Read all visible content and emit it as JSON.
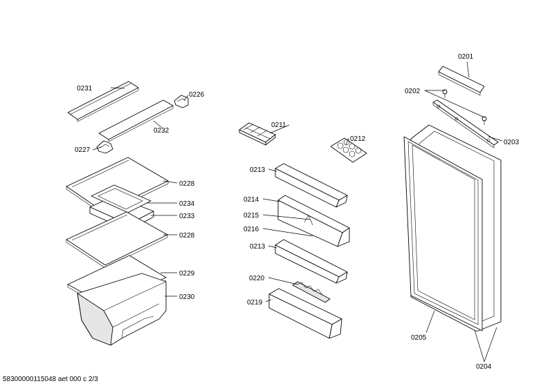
{
  "callouts": {
    "c0201": "0201",
    "c0202": "0202",
    "c0203": "0203",
    "c0204": "0204",
    "c0205": "0205",
    "c0211": "0211",
    "c0212": "0212",
    "c0213a": "0213",
    "c0213b": "0213",
    "c0214": "0214",
    "c0215": "0215",
    "c0216": "0216",
    "c0219": "0219",
    "c0220": "0220",
    "c0226": "0226",
    "c0227": "0227",
    "c0228a": "0228",
    "c0228b": "0228",
    "c0229": "0229",
    "c0230": "0230",
    "c0231": "0231",
    "c0232": "0232",
    "c0233": "0233",
    "c0234": "0234"
  },
  "footer": {
    "document_id": "58300000115048 aet 000 c 2/3"
  }
}
